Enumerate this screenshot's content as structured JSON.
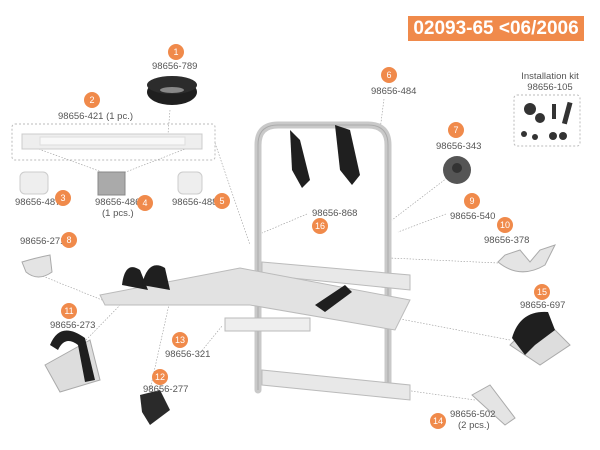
{
  "title": "02093-65 <06/2006",
  "installation_kit": {
    "label": "Installation kit",
    "part": "98656-105"
  },
  "parts": [
    {
      "num": "1",
      "part": "98656-789"
    },
    {
      "num": "2",
      "part": "98656-421 (1 pc.)"
    },
    {
      "num": "3",
      "part": "98656-487"
    },
    {
      "num": "4",
      "part": "98656-486",
      "qty": "(1 pcs.)"
    },
    {
      "num": "5",
      "part": "98656-488"
    },
    {
      "num": "6",
      "part": "98656-484"
    },
    {
      "num": "7",
      "part": "98656-343"
    },
    {
      "num": "8",
      "part": "98656-271"
    },
    {
      "num": "9",
      "part": "98656-540"
    },
    {
      "num": "10",
      "part": "98656-378"
    },
    {
      "num": "11",
      "part": "98656-273"
    },
    {
      "num": "12",
      "part": "98656-277"
    },
    {
      "num": "13",
      "part": "98656-321"
    },
    {
      "num": "14",
      "part": "98656-502",
      "qty": "(2 pcs.)"
    },
    {
      "num": "15",
      "part": "98656-697"
    },
    {
      "num": "16",
      "part": "98656-868"
    }
  ],
  "colors": {
    "accent": "#F08A4B",
    "part_dark": "#2a2a2a",
    "part_light": "#e4e4e4"
  }
}
